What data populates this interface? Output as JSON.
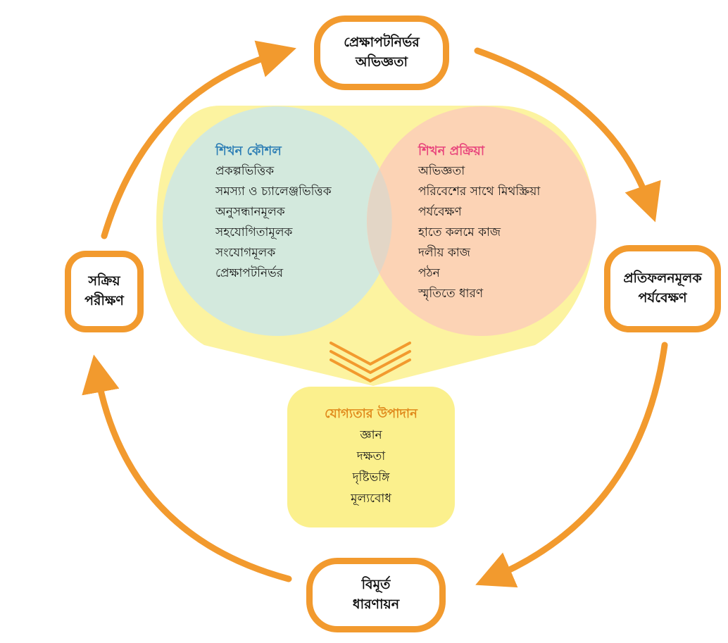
{
  "colors": {
    "cycle_orange": "#f29a2e",
    "funnel_yellow": "#fcf3a0",
    "strategy_circle": "#d3e9dd",
    "process_circle": "#fcd3b5",
    "components_box": "#fbf08d",
    "strategy_heading": "#2e7fb5",
    "process_heading": "#e8457c",
    "components_heading": "#e08a1c"
  },
  "cycle": {
    "top": {
      "line1": "প্রেক্ষাপটনির্ভর",
      "line2": "অভিজ্ঞতা"
    },
    "right": {
      "line1": "প্রতিফলনমূলক",
      "line2": "পর্যবেক্ষণ"
    },
    "bottom": {
      "line1": "বিমূর্ত",
      "line2": "ধারণায়ন"
    },
    "left": {
      "line1": "সক্রিয়",
      "line2": "পরীক্ষণ"
    }
  },
  "strategies": {
    "heading": "শিখন কৌশল",
    "items": [
      "প্রকল্পভিত্তিক",
      "সমস্যা ও চ্যালেঞ্জভিত্তিক",
      "অনুসন্ধানমূলক",
      "সহযোগিতামূলক",
      "সংযোগমূলক",
      "প্রেক্ষাপটনির্ভর"
    ]
  },
  "processes": {
    "heading": "শিখন প্রক্রিয়া",
    "items": [
      "অভিজ্ঞতা",
      "পরিবেশের সাথে মিথস্ক্রিয়া",
      "পর্যবেক্ষণ",
      "হাতে কলমে কাজ",
      "দলীয় কাজ",
      "পঠন",
      "স্মৃতিতে ধারণ"
    ]
  },
  "components": {
    "heading": "যোগ্যতার উপাদান",
    "items": [
      "জ্ঞান",
      "দক্ষতা",
      "দৃষ্টিভঙ্গি",
      "মূল্যবোধ"
    ]
  }
}
